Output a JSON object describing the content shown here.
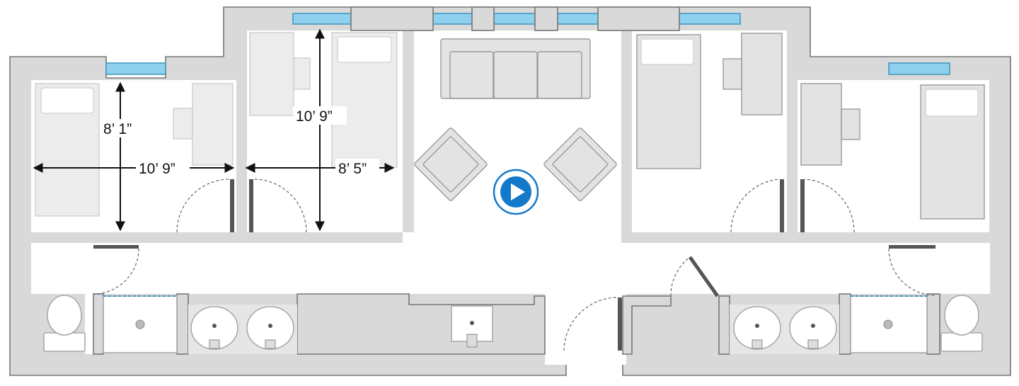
{
  "dimensions": {
    "room_a_height": "8’ 1”",
    "room_a_width": "10’ 9”",
    "room_b_height": "10’ 9”",
    "room_b_width": "8’ 5”"
  },
  "icons": {
    "play_button": "play-icon"
  },
  "colors": {
    "wall": "#d9d9d9",
    "window": "#8ed0ee",
    "play_button": "#1479c9"
  }
}
